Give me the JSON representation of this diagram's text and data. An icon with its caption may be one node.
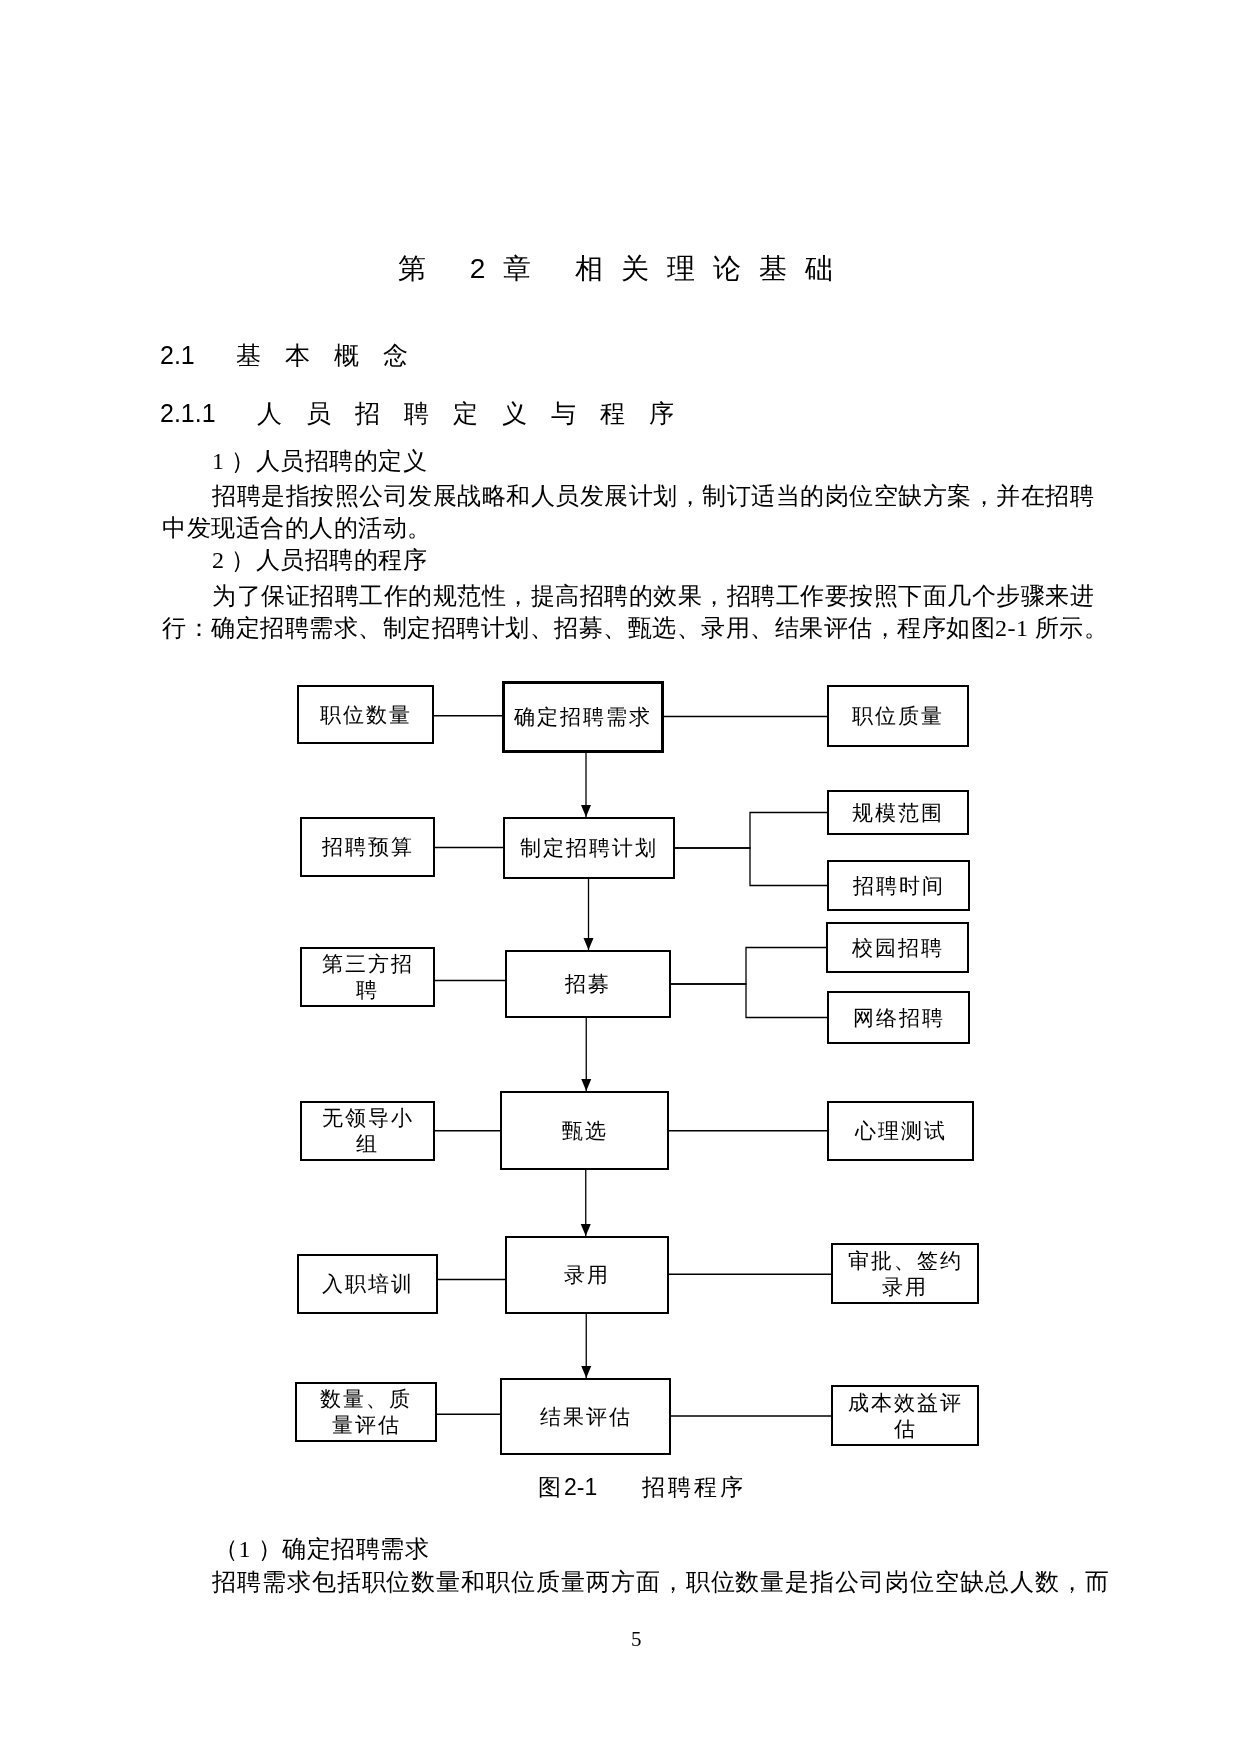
{
  "diagram": {
    "title": "第 2章 相关理论基础",
    "caption": "图2-1 招聘程序",
    "nodes": [
      {
        "text": [
          "职位数量"
        ]
      },
      {
        "text": [
          "确定招聘需求"
        ]
      },
      {
        "text": [
          "职位质量"
        ]
      },
      {
        "text": [
          "招聘预算"
        ]
      },
      {
        "text": [
          "制定招聘计划"
        ]
      },
      {
        "text": [
          "规模范围"
        ]
      },
      {
        "text": [
          "招聘时间"
        ]
      },
      {
        "text": [
          "第三方招聘"
        ]
      },
      {
        "text": [
          "招募"
        ]
      },
      {
        "text": [
          "校园招聘"
        ]
      },
      {
        "text": [
          "网络招聘"
        ]
      },
      {
        "text": [
          "无领导小组"
        ]
      },
      {
        "text": [
          "甄选"
        ]
      },
      {
        "text": [
          "心理测试"
        ]
      },
      {
        "text": [
          "入职培训"
        ]
      },
      {
        "text": [
          "录用"
        ]
      },
      {
        "text": [
          "审批、签约录用"
        ]
      },
      {
        "text": [
          "数量、质量评估"
        ]
      },
      {
        "text": [
          "结果评估"
        ]
      },
      {
        "text": [
          "成本效益评估"
        ]
      }
    ],
    "edges": [
      {
        "from": 0,
        "to": 1,
        "arrow": "none"
      },
      {
        "from": 1,
        "to": 2,
        "arrow": "none"
      },
      {
        "from": 1,
        "to": 4,
        "arrow": "to"
      },
      {
        "from": 3,
        "to": 4,
        "arrow": "none"
      },
      {
        "from": 4,
        "to": 5,
        "arrow": "none"
      },
      {
        "from": 4,
        "to": 6,
        "arrow": "none"
      },
      {
        "from": 4,
        "to": 8,
        "arrow": "to"
      },
      {
        "from": 7,
        "to": 8,
        "arrow": "none"
      },
      {
        "from": 8,
        "to": 9,
        "arrow": "none"
      },
      {
        "from": 8,
        "to": 10,
        "arrow": "none"
      },
      {
        "from": 8,
        "to": 12,
        "arrow": "to"
      },
      {
        "from": 11,
        "to": 12,
        "arrow": "none"
      },
      {
        "from": 12,
        "to": 13,
        "arrow": "none"
      },
      {
        "from": 12,
        "to": 15,
        "arrow": "to"
      },
      {
        "from": 14,
        "to": 15,
        "arrow": "none"
      },
      {
        "from": 15,
        "to": 16,
        "arrow": "none"
      },
      {
        "from": 15,
        "to": 18,
        "arrow": "to"
      },
      {
        "from": 17,
        "to": 18,
        "arrow": "none"
      },
      {
        "from": 18,
        "to": 19,
        "arrow": "none"
      }
    ],
    "labels": [
      "2.1 基本概念",
      "2.1.1 人员招聘定义与程序",
      "1 ）人员招聘的定义",
      "招聘是指按照公司发展战略和人员发展计划，制订适当的岗位空缺方案，并在招聘中发现适合的人的活动。",
      "2 ）人员招聘的程序",
      "为了保证招聘工作的规范性，提高招聘的效果，招聘工作要按照下面几个步骤来进行：确定招聘需求、制定招聘计划、招募、甄选、录用、结果评估，程序如图2-1 所示。",
      "（1 ）确定招聘需求",
      "招聘需求包括职位数量和职位质量两方面，职位数量是指公司岗位空缺总人数，而",
      "5"
    ]
  }
}
